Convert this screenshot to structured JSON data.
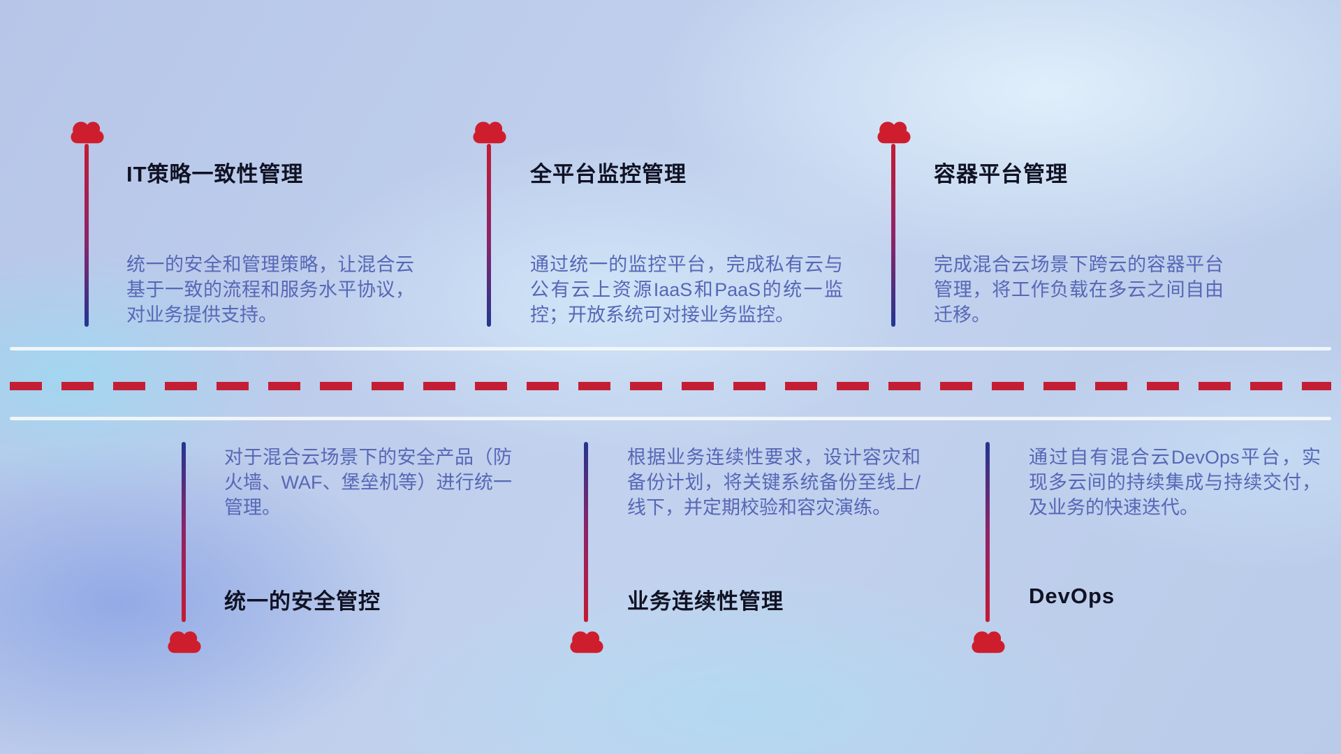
{
  "colors": {
    "cloud_icon": "#ce1e2e",
    "stem_red": "#c41b32",
    "stem_blue": "#22368f",
    "title_text": "#101223",
    "description_text": "#5767b6",
    "dashed_divider": "#c41e35",
    "solid_divider": "#f5f9fd"
  },
  "items": [
    {
      "icon": "cloud-icon",
      "title": "IT策略一致性管理",
      "description": "统一的安全和管理策略，让混合云基于一致的流程和服务水平协议，对业务提供支持。"
    },
    {
      "icon": "cloud-icon",
      "title": "全平台监控管理",
      "description": "通过统一的监控平台，完成私有云与公有云上资源IaaS和PaaS的统一监控；开放系统可对接业务监控。"
    },
    {
      "icon": "cloud-icon",
      "title": "容器平台管理",
      "description": "完成混合云场景下跨云的容器平台管理，将工作负载在多云之间自由迁移。"
    },
    {
      "icon": "cloud-icon",
      "title": "统一的安全管控",
      "description": "对于混合云场景下的安全产品（防火墙、WAF、堡垒机等）进行统一管理。"
    },
    {
      "icon": "cloud-icon",
      "title": "业务连续性管理",
      "description": "根据业务连续性要求，设计容灾和备份计划，将关键系统备份至线上/线下，并定期校验和容灾演练。"
    },
    {
      "icon": "cloud-icon",
      "title": "DevOps",
      "description": "通过自有混合云DevOps平台，实现多云间的持续集成与持续交付，及业务的快速迭代。"
    }
  ]
}
